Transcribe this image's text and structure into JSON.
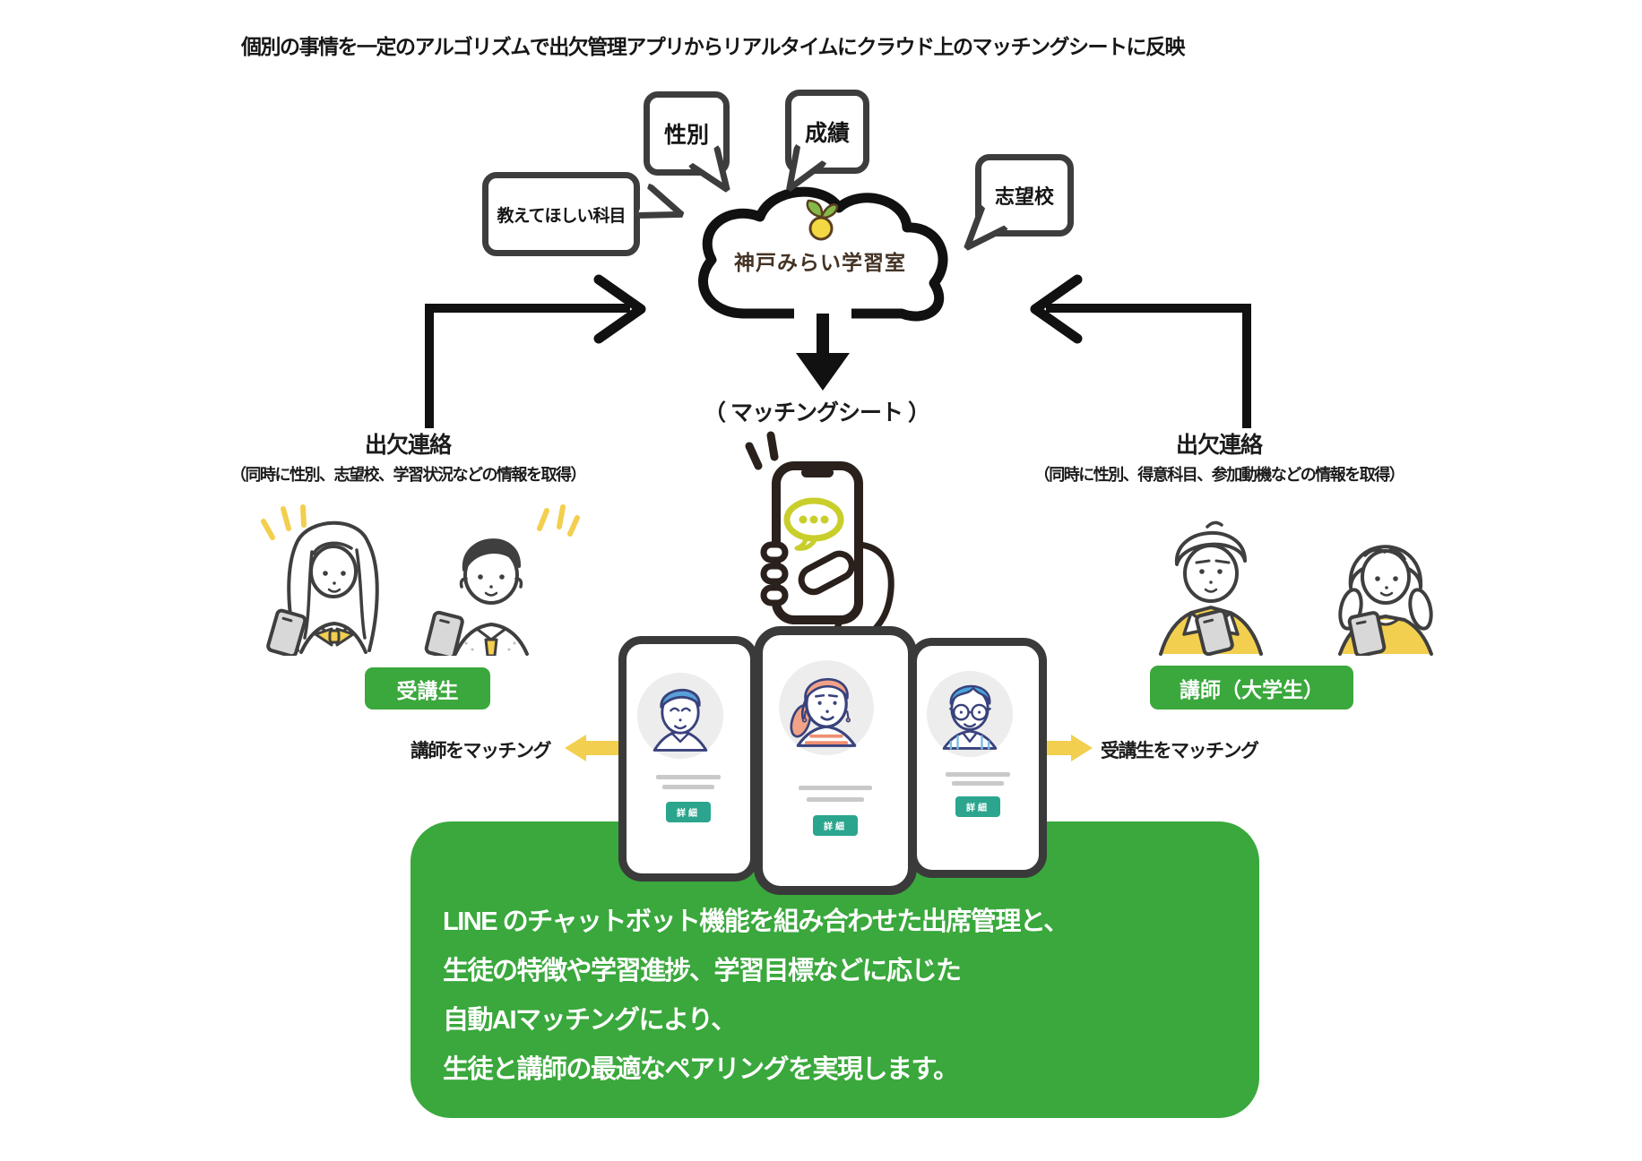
{
  "title": "個別の事情を一定のアルゴリズムで出欠管理アプリからリアルタイムにクラウド上のマッチングシートに反映",
  "bubbles": {
    "subject": "教えてほしい科目",
    "gender": "性別",
    "grades": "成績",
    "school": "志望校"
  },
  "cloud": {
    "logo_text": "神戸みらい学習室"
  },
  "labels": {
    "matching_sheet": "（ マッチングシート ）"
  },
  "left": {
    "heading": "出欠連絡",
    "subheading": "（同時に性別、志望校、学習状況などの情報を取得）",
    "badge": "受講生",
    "matching_label": "講師をマッチング"
  },
  "right": {
    "heading": "出欠連絡",
    "subheading": "（同時に性別、得意科目、参加動機などの情報を取得）",
    "badge": "講師（大学生）",
    "matching_label": "受講生をマッチング"
  },
  "cards": {
    "detail_label": "詳細"
  },
  "description": {
    "line1": "LINE のチャットボット機能を組み合わせた出席管理と、",
    "line2": "生徒の特徴や学習進捗、学習目標などに応じた",
    "line3": "自動AIマッチングにより、",
    "line4": "生徒と講師の最適なペアリングを実現します。"
  },
  "icons": {
    "cloud_logo": "sprout-icon",
    "phone_screen": "chat-bubble-icon",
    "match_left": "yellow-arrow-left-icon",
    "match_right": "yellow-arrow-right-icon"
  },
  "colors": {
    "green": "#3aa83c",
    "teal": "#2ba58e",
    "yellow": "#f2cf4f",
    "outline_dark": "#3d3d3d",
    "avatar_navy": "#39427c",
    "hair_blue": "#58a0d8",
    "hair_coral": "#f2a287",
    "chat_bubble_yellow_green": "#c9ce2b"
  }
}
